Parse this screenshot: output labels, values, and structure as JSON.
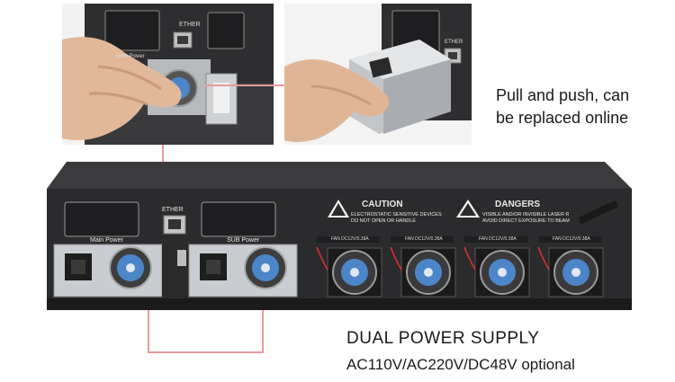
{
  "captions": {
    "swap_line1": "Pull and push, can",
    "swap_line2": "be replaced online",
    "title": "DUAL POWER SUPPLY",
    "subtitle": "AC110V/AC220V/DC48V optional"
  },
  "device": {
    "ether": "ETHER",
    "main_power": "Main Power",
    "sub_power": "SUB  Power",
    "caution_title": "CAUTION",
    "caution_line1": "ELECTROSTATIC SENSITIVE DEVICES",
    "caution_line2": "DO NOT OPEN OR HANDLE",
    "danger_title": "DANGERS",
    "danger_line1": "VISIBLE AND/OR INVISIBLE LASER R",
    "danger_line2": "AVOID DIRECT EXPOSURE TO BEAM",
    "fan_label": "FAN DC12V/0.38A"
  },
  "inset_left": {
    "ether": "ETHER",
    "main_power": "Main Power"
  },
  "inset_right": {
    "ether": "ETHER"
  },
  "colors": {
    "connector_line": "#e79aa0",
    "chassis": "#2b2b2d",
    "psu_metal": "#c9ccd0",
    "fan_blue": "#4c86c9"
  }
}
